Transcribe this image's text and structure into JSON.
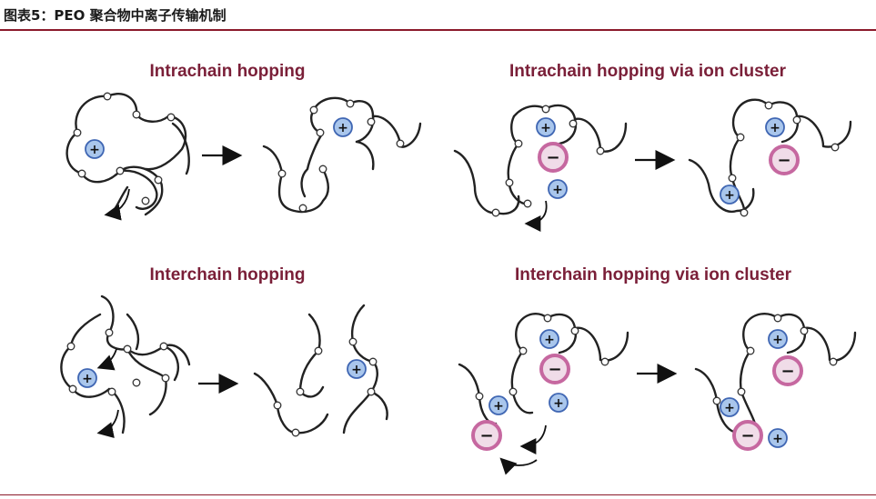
{
  "figure": {
    "title": "图表5：PEO 聚合物中离子传输机制"
  },
  "panels": {
    "top_left": {
      "title": "Intrachain hopping"
    },
    "top_right": {
      "title": "Intrachain hopping via ion cluster"
    },
    "bottom_left": {
      "title": "Interchain hopping"
    },
    "bottom_right": {
      "title": "Interchain hopping via ion cluster"
    }
  },
  "ions": {
    "cation_symbol": "+",
    "anion_symbol": "−"
  },
  "colors": {
    "title_accent": "#7a1f38",
    "rule": "#8b1a2b",
    "cation_fill": "#a9c6ec",
    "anion_ring": "#c668a0"
  }
}
